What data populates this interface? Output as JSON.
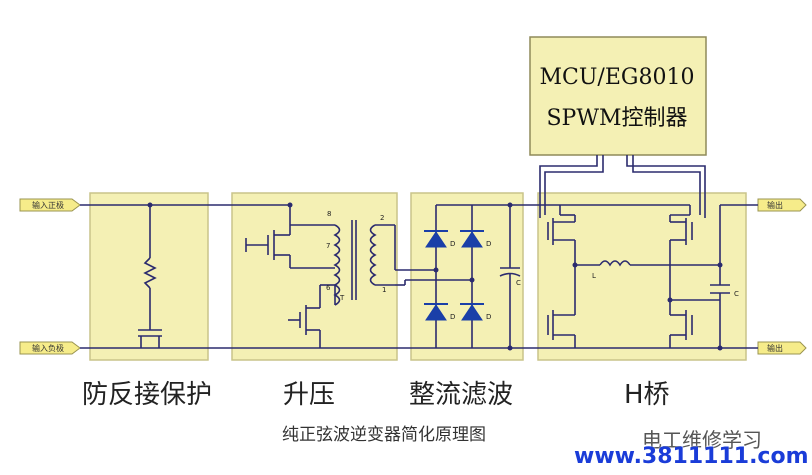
{
  "controller": {
    "line1": "MCU/EG8010",
    "line2": "SPWM控制器"
  },
  "blocks": {
    "protection": "防反接保护",
    "boost": "升压",
    "rectifier": "整流滤波",
    "hbridge": "H桥"
  },
  "caption": "纯正弦波逆变器简化原理图",
  "terminals": {
    "in_pos": "输入正极",
    "in_neg": "输入负极",
    "out_top": "输出",
    "out_bottom": "输出"
  },
  "component_labels": {
    "transformer": "T",
    "d1": "D",
    "d2": "D",
    "d3": "D",
    "d4": "D",
    "c_filter": "C",
    "inductor": "L",
    "c_out": "C",
    "pin8": "8",
    "pin7": "7",
    "pin6": "6",
    "pin2": "2",
    "pin1": "1"
  },
  "watermark": {
    "name": "电工维修学习",
    "url": "www.3811111.com"
  },
  "colors": {
    "block_fill": "#f4f0b4",
    "block_border": "#c9c48a",
    "wire": "#2b2b6e",
    "diode": "#1a3fa8",
    "url": "#1a3cd8"
  }
}
